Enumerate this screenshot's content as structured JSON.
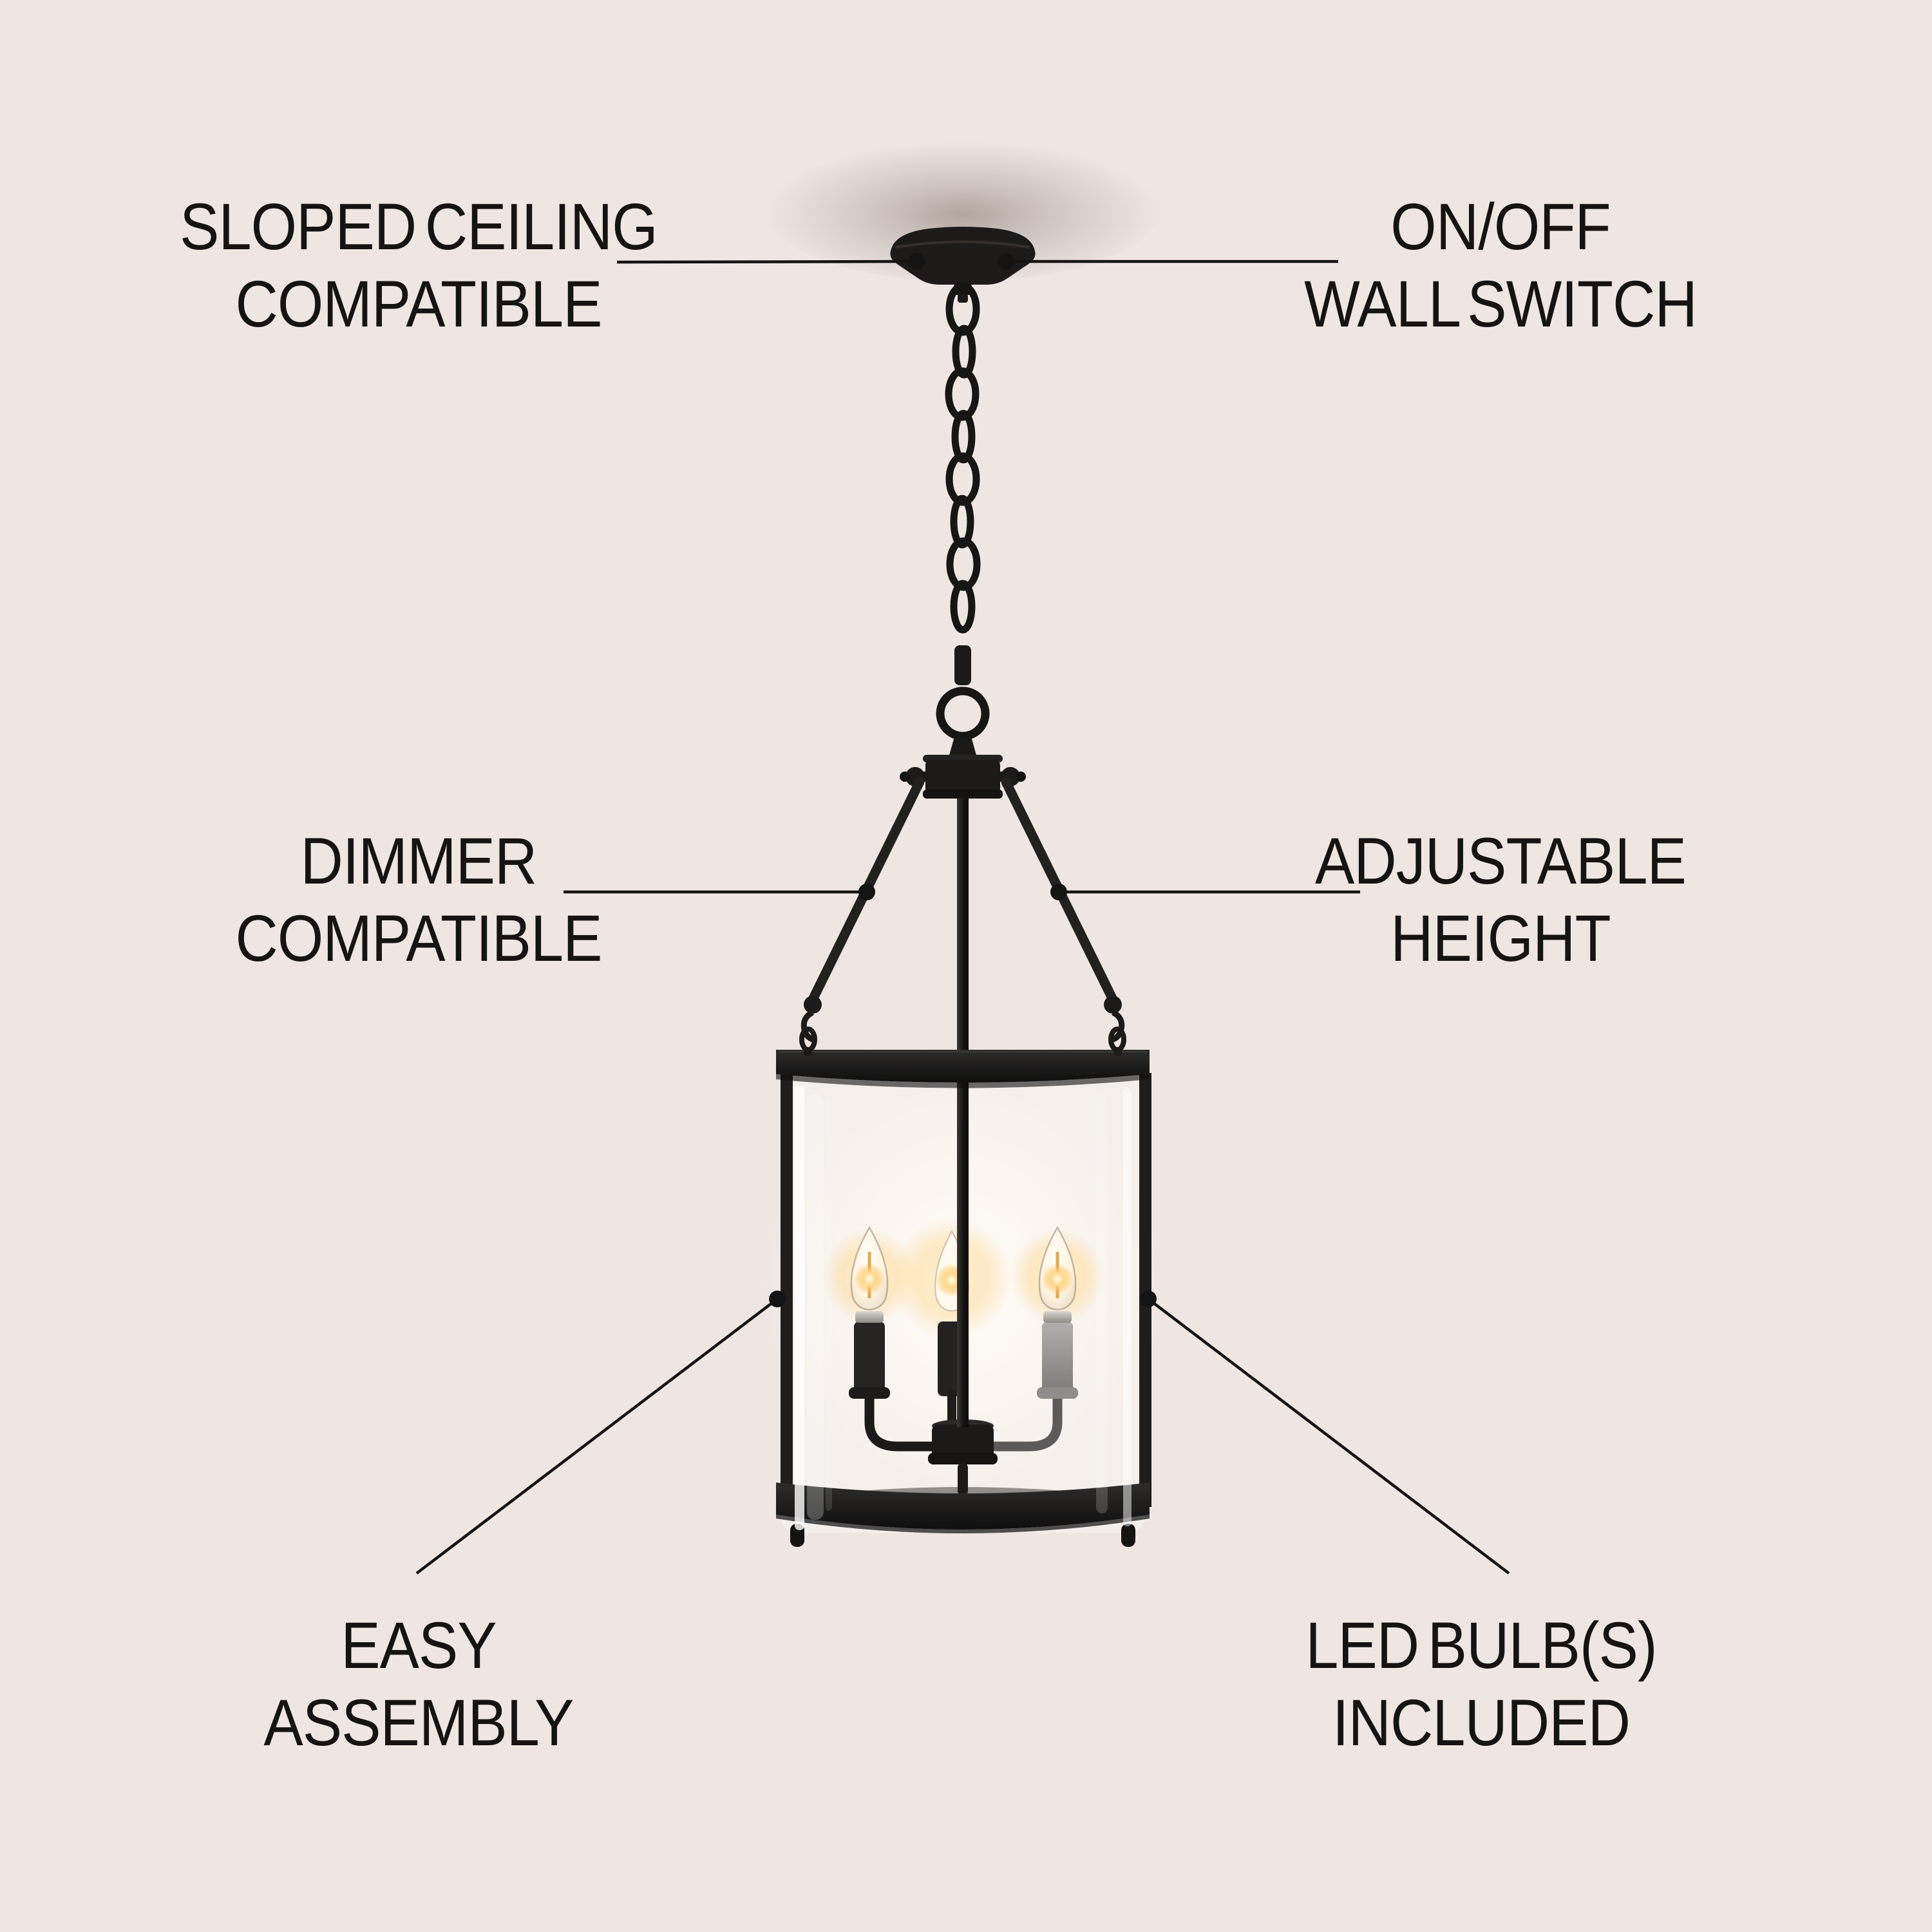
{
  "colors": {
    "background": "#efe6e2",
    "leader_line": "#141414",
    "text": "#161412",
    "fixture_metal": "#1c1c1c",
    "bulb_glow": "#ffd9a0",
    "gray_sleeve": "#9b9998",
    "glass_highlight": "#ffffff"
  },
  "features": [
    {
      "name": "sloped-ceiling-compatible",
      "line1": "SLOPED CEILING",
      "line2": "COMPATIBLE"
    },
    {
      "name": "on-off-wall-switch",
      "line1": "ON/OFF",
      "line2": "WALL SWITCH"
    },
    {
      "name": "dimmer-compatible",
      "line1": "DIMMER",
      "line2": "COMPATIBLE"
    },
    {
      "name": "adjustable-height",
      "line1": "ADJUSTABLE",
      "line2": "HEIGHT"
    },
    {
      "name": "easy-assembly",
      "line1": "EASY",
      "line2": "ASSEMBLY"
    },
    {
      "name": "led-bulbs-included",
      "line1": "LED BULB(S)",
      "line2": "INCLUDED"
    }
  ]
}
